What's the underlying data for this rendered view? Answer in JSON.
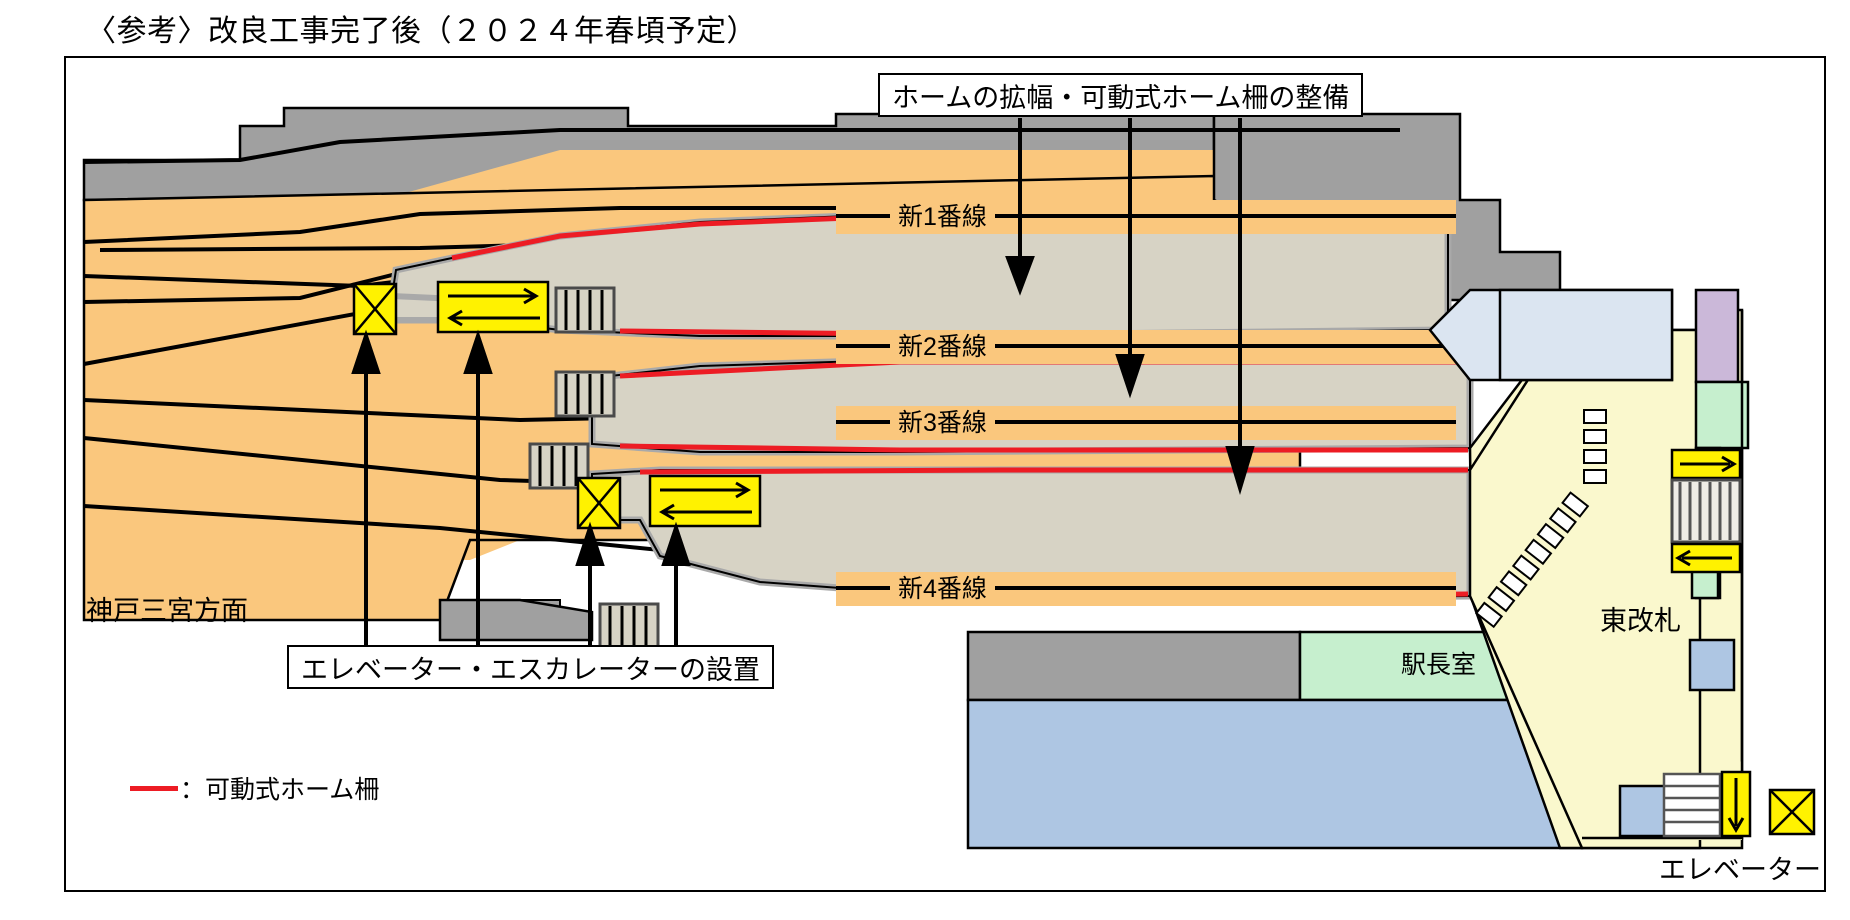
{
  "page": {
    "title": "〈参考〉改良工事完了後（２０２４年春頃予定）"
  },
  "callouts": [
    {
      "id": "platform-works",
      "label": "ホームの拡幅・可動式ホーム柵の整備"
    },
    {
      "id": "vertical-access",
      "label": "エレベーター・エスカレーターの設置"
    }
  ],
  "tracks": [
    {
      "id": "track-1",
      "label": "新1番線"
    },
    {
      "id": "track-2",
      "label": "新2番線"
    },
    {
      "id": "track-3",
      "label": "新3番線"
    },
    {
      "id": "track-4",
      "label": "新4番線"
    }
  ],
  "map_labels": {
    "direction_left": "神戸三宮方面",
    "east_gate": "東改札",
    "station_master_room": "駅長室",
    "elevator_bottom_right": "エレベーター"
  },
  "legend": {
    "swatch_color": "#ED1C24",
    "text": "：可動式ホーム柵"
  },
  "icons": {
    "elevator": "elevator-x-box",
    "escalator_two_way": "escalator-双-arrow-box",
    "escalator_down": "escalator-down-arrow",
    "stairs": "stairs-bars"
  },
  "colors": {
    "track_area": "#FAC77D",
    "platform": "#D7D3C5",
    "platform_edge": "#A9A9A9",
    "platform_door_line": "#ED1C24",
    "building_gray": "#A0A0A0",
    "concourse_cream": "#FAF8CD",
    "gate_blue": "#AEC6E3",
    "room_green": "#C6EFCE",
    "room_purple": "#CBB8D9",
    "outline": "#000000",
    "icon_yellow": "#FFF200"
  }
}
